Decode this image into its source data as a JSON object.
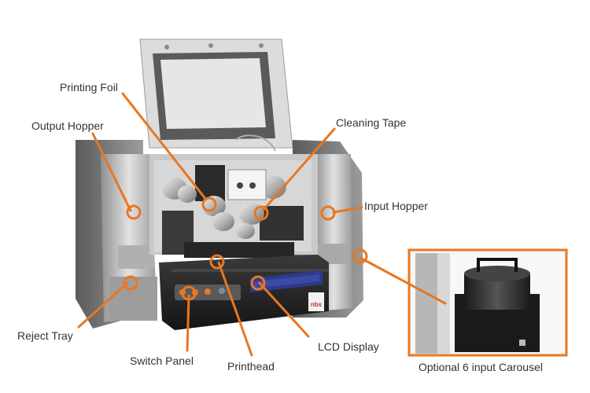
{
  "colors": {
    "accent": "#e87722",
    "label_text": "#333333",
    "panel": "#1e1e1e",
    "lcd": "#2d3a8c",
    "steel": "#c8c8c8"
  },
  "labels": {
    "printing_foil": "Printing Foil",
    "output_hopper": "Output Hopper",
    "cleaning_tape": "Cleaning Tape",
    "input_hopper": "Input Hopper",
    "reject_tray": "Reject Tray",
    "switch_panel": "Switch Panel",
    "printhead": "Printhead",
    "lcd_display": "LCD Display",
    "carousel": "Optional 6 input Carousel"
  },
  "logo": "nbs"
}
